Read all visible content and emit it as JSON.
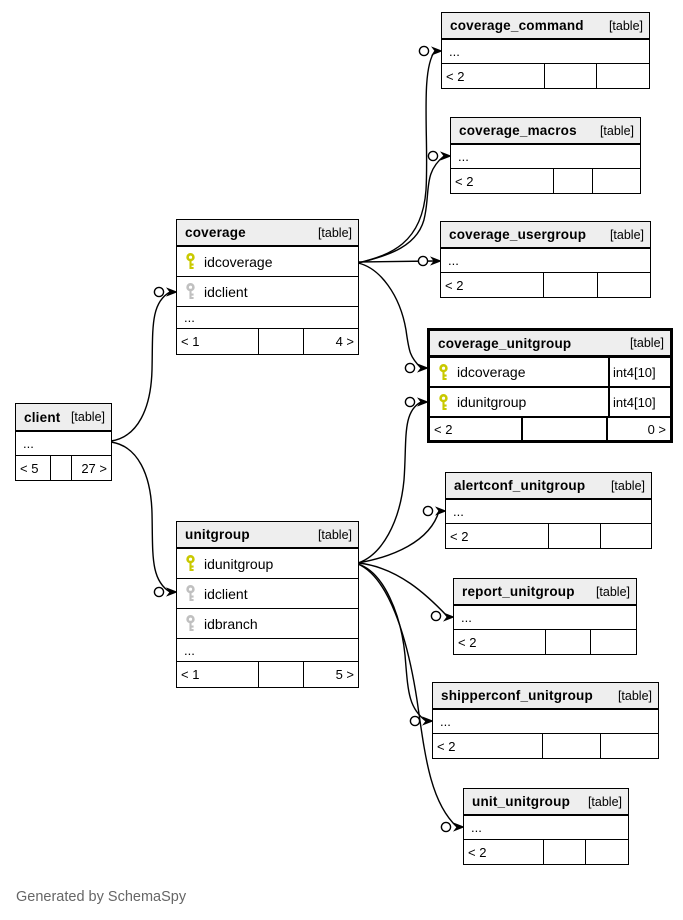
{
  "app": {
    "credit": "Generated by SchemaSpy"
  },
  "colors": {
    "primary_key": "#c9c900",
    "foreign_key": "#c0c0c0",
    "header_bg": "#eeeeee",
    "border": "#000000"
  },
  "tables": [
    {
      "name": "client",
      "tag": "[table]",
      "columns": [],
      "more_marker": "...",
      "footer": {
        "prev": "< 5",
        "mid": "",
        "next": "27 >"
      }
    },
    {
      "name": "coverage",
      "tag": "[table]",
      "columns": [
        {
          "icon": "primary-key",
          "label": "idcoverage"
        },
        {
          "icon": "foreign-key",
          "label": "idclient"
        }
      ],
      "more_marker": "...",
      "footer": {
        "prev": "< 1",
        "mid": "",
        "next": "4 >"
      }
    },
    {
      "name": "unitgroup",
      "tag": "[table]",
      "columns": [
        {
          "icon": "primary-key",
          "label": "idunitgroup"
        },
        {
          "icon": "foreign-key",
          "label": "idclient"
        },
        {
          "icon": "foreign-key",
          "label": "idbranch"
        }
      ],
      "more_marker": "...",
      "footer": {
        "prev": "< 1",
        "mid": "",
        "next": "5 >"
      }
    },
    {
      "name": "coverage_command",
      "tag": "[table]",
      "columns": [],
      "more_marker": "...",
      "footer": {
        "prev": "< 2",
        "mid": "",
        "next": ""
      }
    },
    {
      "name": "coverage_macros",
      "tag": "[table]",
      "columns": [],
      "more_marker": "...",
      "footer": {
        "prev": "< 2",
        "mid": "",
        "next": ""
      }
    },
    {
      "name": "coverage_usergroup",
      "tag": "[table]",
      "columns": [],
      "more_marker": "...",
      "footer": {
        "prev": "< 2",
        "mid": "",
        "next": ""
      }
    },
    {
      "name": "coverage_unitgroup",
      "tag": "[table]",
      "highlighted": true,
      "columns": [
        {
          "icon": "primary-key",
          "label": "idcoverage",
          "type": "int4[10]"
        },
        {
          "icon": "primary-key",
          "label": "idunitgroup",
          "type": "int4[10]"
        }
      ],
      "footer": {
        "prev": "< 2",
        "mid": "",
        "next": "0 >"
      }
    },
    {
      "name": "alertconf_unitgroup",
      "tag": "[table]",
      "columns": [],
      "more_marker": "...",
      "footer": {
        "prev": "< 2",
        "mid": "",
        "next": ""
      }
    },
    {
      "name": "report_unitgroup",
      "tag": "[table]",
      "columns": [],
      "more_marker": "...",
      "footer": {
        "prev": "< 2",
        "mid": "",
        "next": ""
      }
    },
    {
      "name": "shipperconf_unitgroup",
      "tag": "[table]",
      "columns": [],
      "more_marker": "...",
      "footer": {
        "prev": "< 2",
        "mid": "",
        "next": ""
      }
    },
    {
      "name": "unit_unitgroup",
      "tag": "[table]",
      "columns": [],
      "more_marker": "...",
      "footer": {
        "prev": "< 2",
        "mid": "",
        "next": ""
      }
    }
  ],
  "relationships": [
    {
      "parent": "client",
      "child": "coverage.idclient"
    },
    {
      "parent": "client",
      "child": "unitgroup.idclient"
    },
    {
      "parent": "coverage.idcoverage",
      "child": "coverage_command"
    },
    {
      "parent": "coverage.idcoverage",
      "child": "coverage_macros"
    },
    {
      "parent": "coverage.idcoverage",
      "child": "coverage_usergroup"
    },
    {
      "parent": "coverage.idcoverage",
      "child": "coverage_unitgroup.idcoverage"
    },
    {
      "parent": "unitgroup.idunitgroup",
      "child": "coverage_unitgroup.idunitgroup"
    },
    {
      "parent": "unitgroup.idunitgroup",
      "child": "alertconf_unitgroup"
    },
    {
      "parent": "unitgroup.idunitgroup",
      "child": "report_unitgroup"
    },
    {
      "parent": "unitgroup.idunitgroup",
      "child": "shipperconf_unitgroup"
    },
    {
      "parent": "unitgroup.idunitgroup",
      "child": "unit_unitgroup"
    }
  ]
}
